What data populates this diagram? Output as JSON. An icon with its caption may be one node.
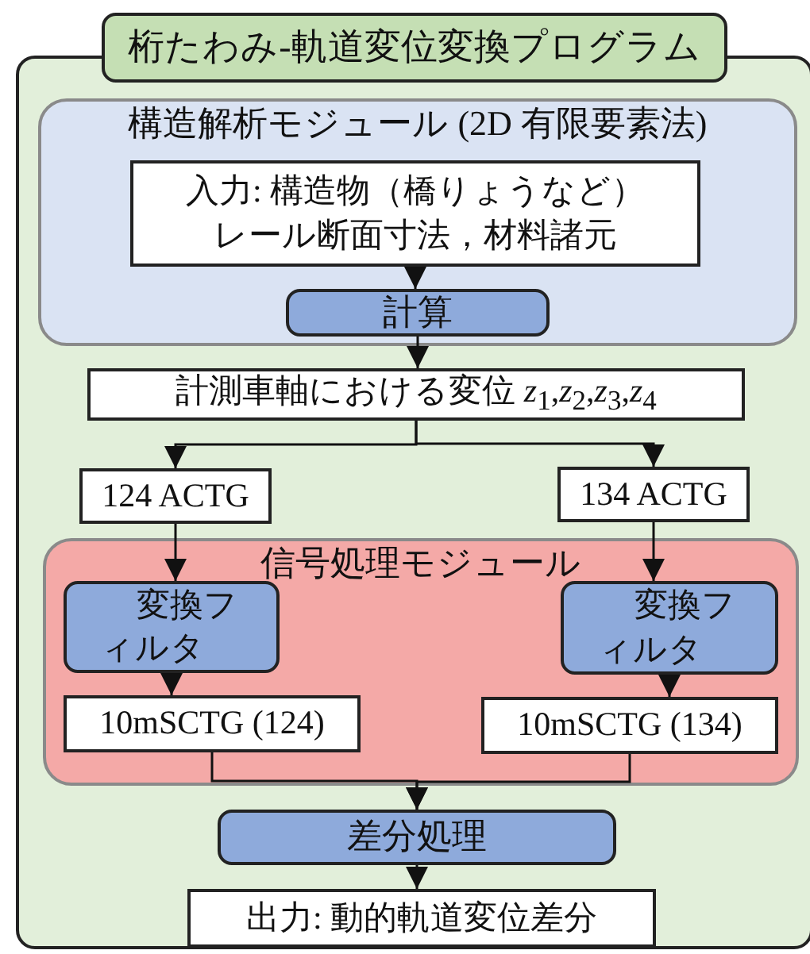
{
  "diagram": {
    "nodes": [
      {
        "text": [
          "桁たわみ-軌道変位変換プログラム"
        ]
      },
      {
        "text": [],
        "shape": "box"
      },
      {
        "text": [
          "構造解析モジュール (2D 有限要素法)"
        ],
        "in": 1
      },
      {
        "text": [
          "入力: 構造物（橋りょうなど）レール断面寸法，材料諸元"
        ],
        "in": 2
      },
      {
        "text": [
          "計算"
        ],
        "in": 2
      },
      {
        "text": [
          "計測車軸における変位 *z*$_{1}$,*z*$_{2}$,*z*$_{3}$,*z*$_{4}$"
        ],
        "in": 1
      },
      {
        "text": [
          "124 ACTG"
        ],
        "in": 1
      },
      {
        "text": [
          "134 ACTG"
        ],
        "in": 1
      },
      {
        "text": [
          "信号処理モジュール"
        ],
        "in": 1
      },
      {
        "text": [
          "変換フィルタ"
        ],
        "in": 8
      },
      {
        "text": [
          "変換フィルタ"
        ],
        "in": 8
      },
      {
        "text": [
          "10mSCTG (124)"
        ],
        "in": 8
      },
      {
        "text": [
          "10mSCTG (134)"
        ],
        "in": 8
      },
      {
        "text": [
          "差分処理"
        ],
        "in": 1
      },
      {
        "text": [
          "出力: 動的軌道変位差分"
        ],
        "in": 1
      }
    ],
    "edges": [
      {
        "from": 3,
        "to": 4,
        "arrow": "to"
      },
      {
        "from": 4,
        "to": 5,
        "arrow": "to"
      },
      {
        "from": 5,
        "to": 6,
        "arrow": "to"
      },
      {
        "from": 5,
        "to": 7,
        "arrow": "to"
      },
      {
        "from": 6,
        "to": 9,
        "arrow": "to"
      },
      {
        "from": 7,
        "to": 10,
        "arrow": "to"
      },
      {
        "from": 9,
        "to": 11,
        "arrow": "to"
      },
      {
        "from": 10,
        "to": 12,
        "arrow": "to"
      },
      {
        "from": 11,
        "to": 13,
        "arrow": "to"
      },
      {
        "from": 12,
        "to": 13,
        "arrow": "to"
      },
      {
        "from": 13,
        "to": 14,
        "arrow": "to"
      }
    ]
  }
}
